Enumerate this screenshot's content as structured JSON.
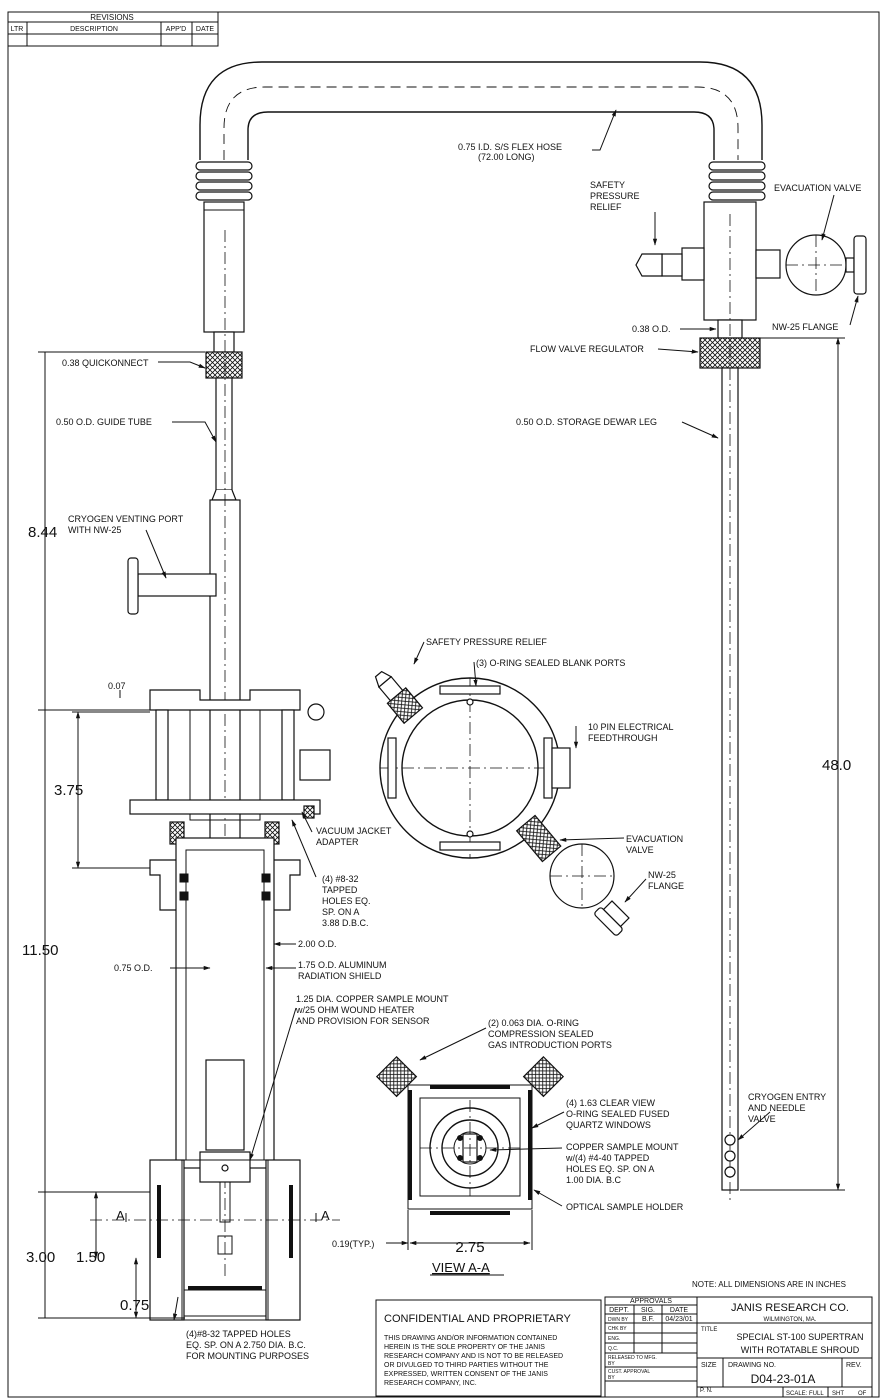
{
  "revisions": {
    "title": "REVISIONS",
    "columns": [
      "LTR",
      "DESCRIPTION",
      "APP'D",
      "DATE"
    ]
  },
  "callouts": {
    "flex_hose": [
      "0.75 I.D. S/S FLEX HOSE",
      "(72.00 LONG)"
    ],
    "safety_relief_top": [
      "SAFETY",
      "PRESSURE",
      "RELIEF"
    ],
    "evacuation_valve_top": "EVACUATION VALVE",
    "nw25_flange_top": "NW-25 FLANGE",
    "od_038": "0.38 O.D.",
    "flow_valve": "FLOW VALVE REGULATOR",
    "quickconnect": "0.38 QUICKONNECT",
    "guide_tube": "0.50 O.D. GUIDE TUBE",
    "dewar_leg": "0.50 O.D. STORAGE DEWAR LEG",
    "venting_port": [
      "CRYOGEN VENTING PORT",
      "WITH NW-25"
    ],
    "jacket_adapter": [
      "VACUUM JACKET",
      "ADAPTER"
    ],
    "tapped_holes_jacket": [
      "(4) #8-32",
      "TAPPED",
      "HOLES EQ.",
      "SP. ON A",
      "3.88 D.B.C."
    ],
    "od_200": "2.00 O.D.",
    "od_075": "0.75 O.D.",
    "rad_shield": [
      "1.75 O.D. ALUMINUM",
      "RADIATION SHIELD"
    ],
    "copper_mount": [
      "1.25 DIA. COPPER SAMPLE MOUNT",
      "w/25 OHM WOUND HEATER",
      "AND PROVISION FOR SENSOR"
    ],
    "mounting_holes": [
      "(4)#8-32 TAPPED HOLES",
      "EQ. SP. ON A 2.750 DIA. B.C.",
      "FOR MOUNTING PURPOSES"
    ],
    "top_safety": "SAFETY PRESSURE RELIEF",
    "blank_ports": "(3) O-RING SEALED BLANK PORTS",
    "feedthrough": [
      "10 PIN ELECTRICAL",
      "FEEDTHROUGH"
    ],
    "top_evac": [
      "EVACUATION",
      "VALVE"
    ],
    "top_nw25": [
      "NW-25",
      "FLANGE"
    ],
    "gas_ports": [
      "(2) 0.063 DIA. O-RING",
      "COMPRESSION SEALED",
      "GAS INTRODUCTION PORTS"
    ],
    "windows": [
      "(4) 1.63 CLEAR VIEW",
      "O-RING SEALED FUSED",
      "QUARTZ WINDOWS"
    ],
    "sample_mount": [
      "COPPER SAMPLE MOUNT",
      "w/(4) #4-40 TAPPED",
      "HOLES EQ. SP. ON A",
      "1.00 DIA. B.C"
    ],
    "optical_holder": "OPTICAL SAMPLE HOLDER",
    "typ_019": "0.19(TYP.)",
    "view_width": "2.75",
    "view_title": "VIEW A-A",
    "cryogen_entry": [
      "CRYOGEN ENTRY",
      "AND NEEDLE",
      "VALVE"
    ],
    "section_mark": "A"
  },
  "dimensions": {
    "d_844": "8.44",
    "d_007": "0.07",
    "d_375": "3.75",
    "d_1150": "11.50",
    "d_300": "3.00",
    "d_150": "1.50",
    "d_075": "0.75",
    "d_480": "48.0"
  },
  "title_block": {
    "note": "NOTE: ALL DIMENSIONS ARE IN INCHES",
    "confidential_title": "CONFIDENTIAL AND PROPRIETARY",
    "confidential_text": [
      "THIS DRAWING AND/OR INFORMATION CONTAINED",
      "HEREIN IS THE SOLE PROPERTY OF THE JANIS",
      "RESEARCH COMPANY AND IS NOT TO BE RELEASED",
      "OR DIVULGED TO THIRD PARTIES WITHOUT THE",
      "EXPRESSED, WRITTEN CONSENT OF THE JANIS",
      "RESEARCH COMPANY, INC."
    ],
    "approvals": "APPROVALS",
    "dept": "DEPT.",
    "sig": "SIG.",
    "date": "DATE",
    "dwn_by": "DWN BY",
    "dwn_sig": "B.F.",
    "dwn_date": "04/23/01",
    "chk_by": "CHK BY",
    "eng": "ENG.",
    "qc": "Q.C.",
    "released": [
      "RELEASED TO MFG.",
      "BY"
    ],
    "cust_approval": [
      "CUST. APPROVAL",
      "BY"
    ],
    "company": "JANIS RESEARCH CO.",
    "location": "WILMINGTON, MA.",
    "title_label": "TITLE",
    "title_line1": "SPECIAL ST-100 SUPERTRAN",
    "title_line2": "WITH ROTATABLE SHROUD",
    "size_label": "SIZE",
    "drawing_no_label": "DRAWING NO.",
    "drawing_no": "D04-23-01A",
    "rev_label": "REV.",
    "pn_label": "P. N.",
    "scale": "SCALE: FULL",
    "sheet": "SHT",
    "of": "OF"
  }
}
